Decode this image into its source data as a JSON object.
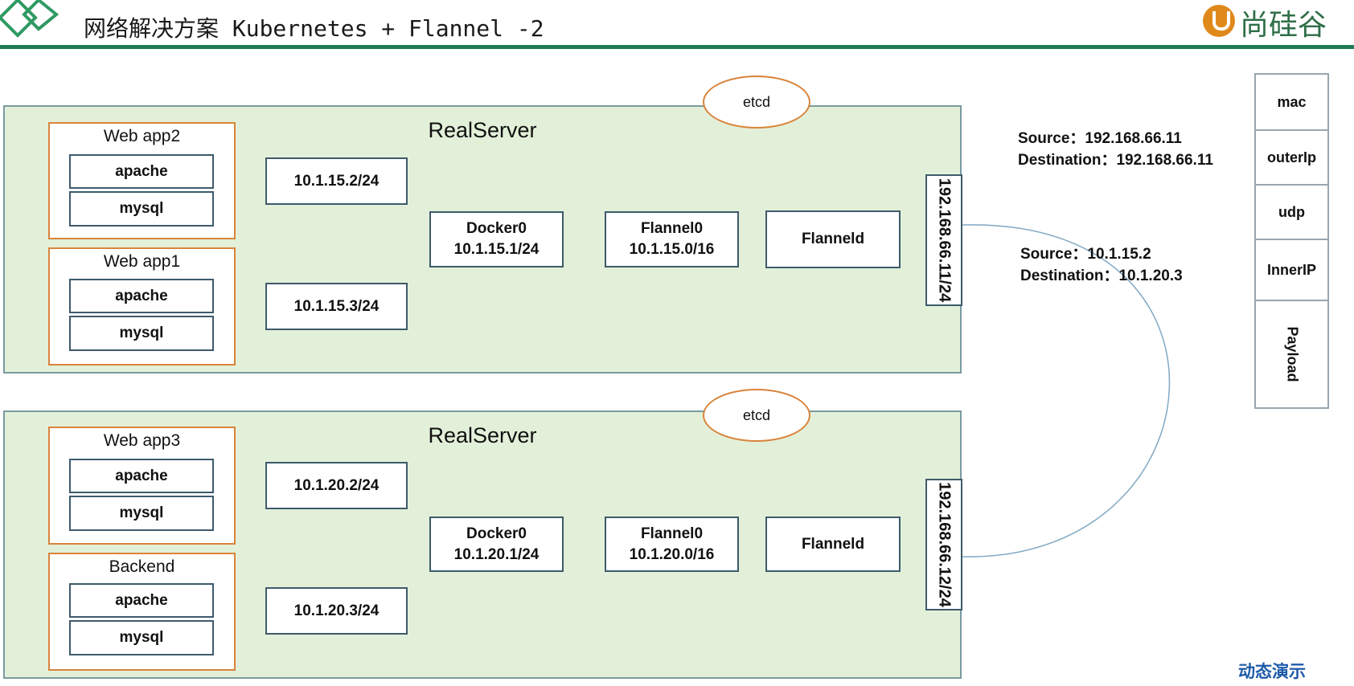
{
  "header": {
    "title": "网络解决方案 Kubernetes + Flannel -2",
    "brand": "尚硅谷"
  },
  "servers": [
    {
      "label": "RealServer",
      "etcd": "etcd",
      "apps": [
        {
          "title": "Web app2",
          "services": [
            "apache",
            "mysql"
          ]
        },
        {
          "title": "Web app1",
          "services": [
            "apache",
            "mysql"
          ]
        }
      ],
      "pod_ips": [
        "10.1.15.2/24",
        "10.1.15.3/24"
      ],
      "docker0": {
        "name": "Docker0",
        "ip": "10.1.15.1/24"
      },
      "flannel0": {
        "name": "Flannel0",
        "ip": "10.1.15.0/16"
      },
      "flanneld": "Flanneld",
      "host_ip": "192.168.66.11/24"
    },
    {
      "label": "RealServer",
      "etcd": "etcd",
      "apps": [
        {
          "title": "Web app3",
          "services": [
            "apache",
            "mysql"
          ]
        },
        {
          "title": "Backend",
          "services": [
            "apache",
            "mysql"
          ]
        }
      ],
      "pod_ips": [
        "10.1.20.2/24",
        "10.1.20.3/24"
      ],
      "docker0": {
        "name": "Docker0",
        "ip": "10.1.20.1/24"
      },
      "flannel0": {
        "name": "Flannel0",
        "ip": "10.1.20.0/16"
      },
      "flanneld": "Flanneld",
      "host_ip": "192.168.66.12/24"
    }
  ],
  "outer_header": "Source：192.168.66.11\nDestination：192.168.66.11",
  "inner_header": "Source：10.1.15.2\nDestination：10.1.20.3",
  "packet_fields": [
    "mac",
    "outerIp",
    "udp",
    "InnerIP",
    "Payload"
  ],
  "demo_link": "动态演示",
  "colors": {
    "server_fill": "#e3f0d9",
    "app_border": "#d9843b",
    "wire": "#7fa8c4",
    "brand": "#2e6e47"
  }
}
